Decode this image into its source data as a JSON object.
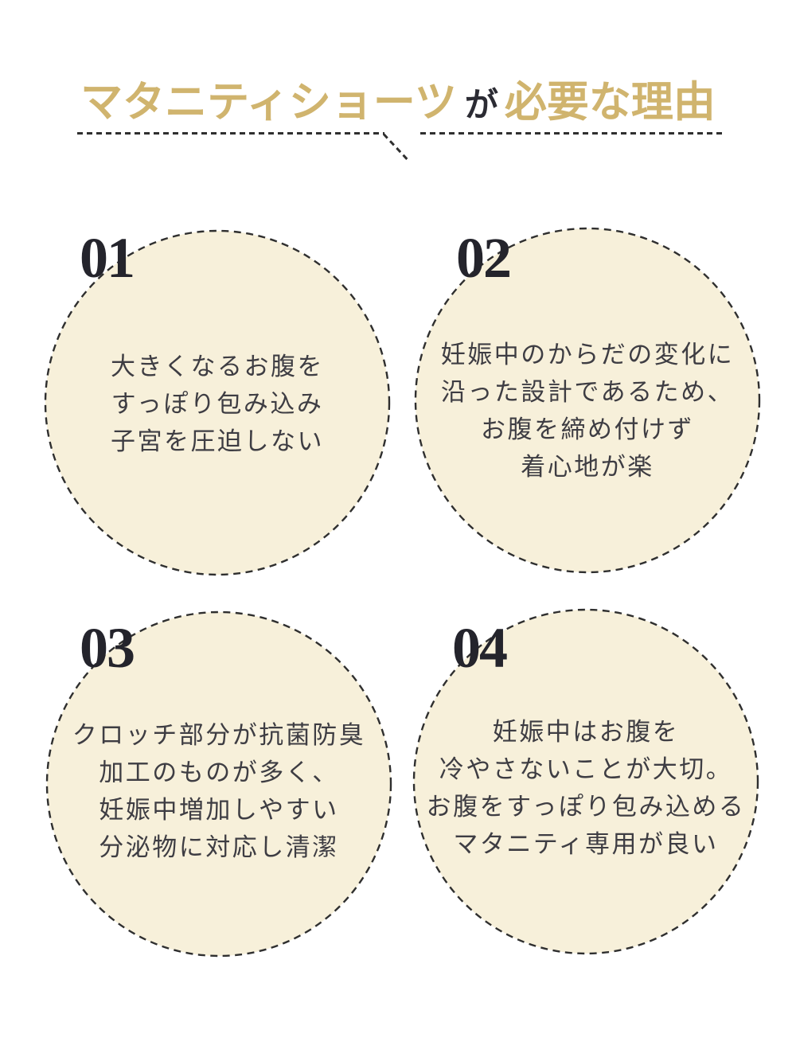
{
  "title": {
    "part1": "マタニティショーツ",
    "part2": "が",
    "part3": "必要な理由"
  },
  "colors": {
    "accent_gold": "#d0b46e",
    "circle_fill_cream": "#f7f0da",
    "body_ink": "#3e3d43",
    "number_ink": "#24242c",
    "dash_line": "#2f2f2f",
    "background": "#ffffff"
  },
  "circles": [
    {
      "number": "01",
      "lines": [
        "大きくなるお腹を",
        "すっぽり包み込み",
        "子宮を圧迫しない"
      ]
    },
    {
      "number": "02",
      "lines": [
        "妊娠中のからだの変化に",
        "沿った設計であるため、",
        "お腹を締め付けず",
        "着心地が楽"
      ]
    },
    {
      "number": "03",
      "lines": [
        "クロッチ部分が抗菌防臭",
        "加工のものが多く、",
        "妊娠中増加しやすい",
        "分泌物に対応し清潔"
      ]
    },
    {
      "number": "04",
      "lines": [
        "妊娠中はお腹を",
        "冷やさないことが大切。",
        "お腹をすっぽり包み込める",
        "マタニティ専用が良い"
      ]
    }
  ]
}
